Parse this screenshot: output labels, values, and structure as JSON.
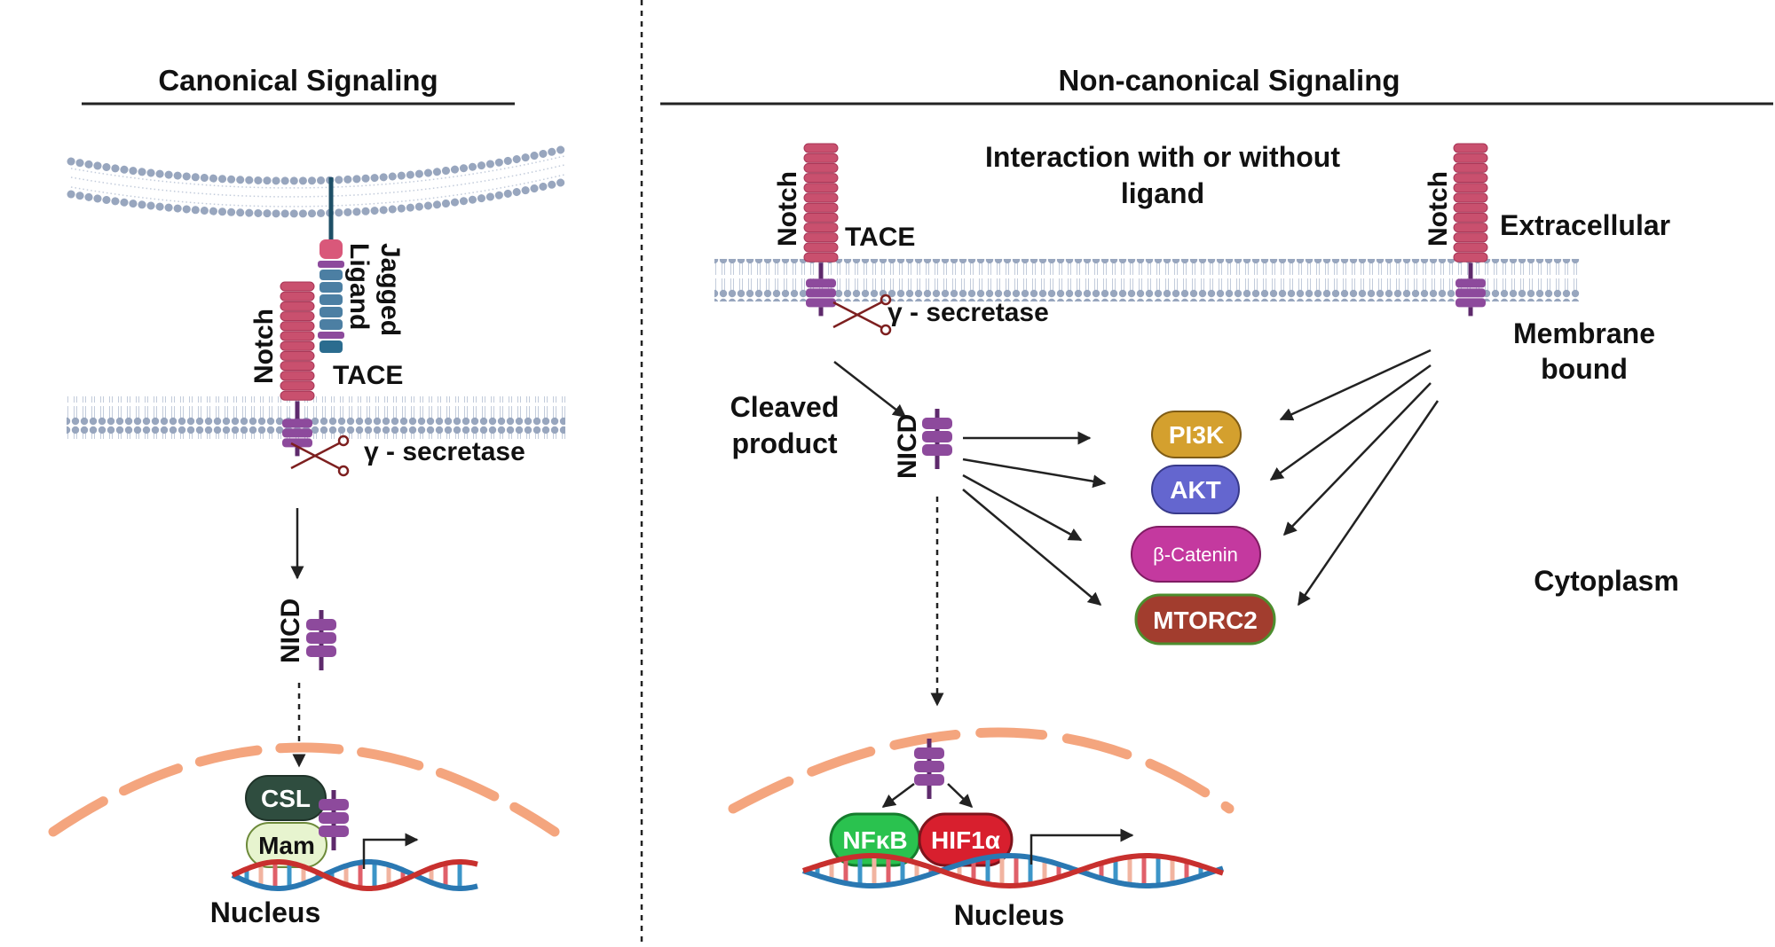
{
  "colors": {
    "notch_red": "#c9506e",
    "notch_red_dark": "#a83556",
    "nicd_purple": "#8d4a9c",
    "nicd_dark": "#5e2a6c",
    "ligand_blue": "#4c7fa3",
    "membrane_grey": "#98a6be",
    "nucleus_orange": "#f4a57e",
    "dna_red": "#c8302e",
    "dna_blue": "#2a78b2"
  },
  "canonical": {
    "title": "Canonical Signaling",
    "ligand_label_1": "Jagged",
    "ligand_label_2": "Ligand",
    "notch_label": "Notch",
    "tace_label": "TACE",
    "secretase_label": "γ - secretase",
    "nicd_label": "NICD",
    "csl_label": "CSL",
    "mam_label": "Mam",
    "nucleus_label": "Nucleus"
  },
  "noncanonical": {
    "title": "Non-canonical Signaling",
    "interaction_line1": "Interaction with or without",
    "interaction_line2": "ligand",
    "notch_label_left": "Notch",
    "tace_label": "TACE",
    "secretase_label": "γ - secretase",
    "notch_label_right": "Notch",
    "extracellular_label": "Extracellular",
    "membrane_bound_line1": "Membrane",
    "membrane_bound_line2": "bound",
    "cleaved_line1": "Cleaved",
    "cleaved_line2": "product",
    "nicd_label": "NICD",
    "cytoplasm_label": "Cytoplasm",
    "nucleus_label": "Nucleus",
    "targets": [
      {
        "label": "PI3K",
        "color": "#d4a02e"
      },
      {
        "label": "AKT",
        "color": "#6466cf"
      },
      {
        "label": "β-Catenin",
        "color": "#c4399f"
      },
      {
        "label": "MTORC2",
        "color": "#a23d2e"
      }
    ],
    "nfkb_label": "NFκB",
    "hif_label": "HIF1α"
  }
}
